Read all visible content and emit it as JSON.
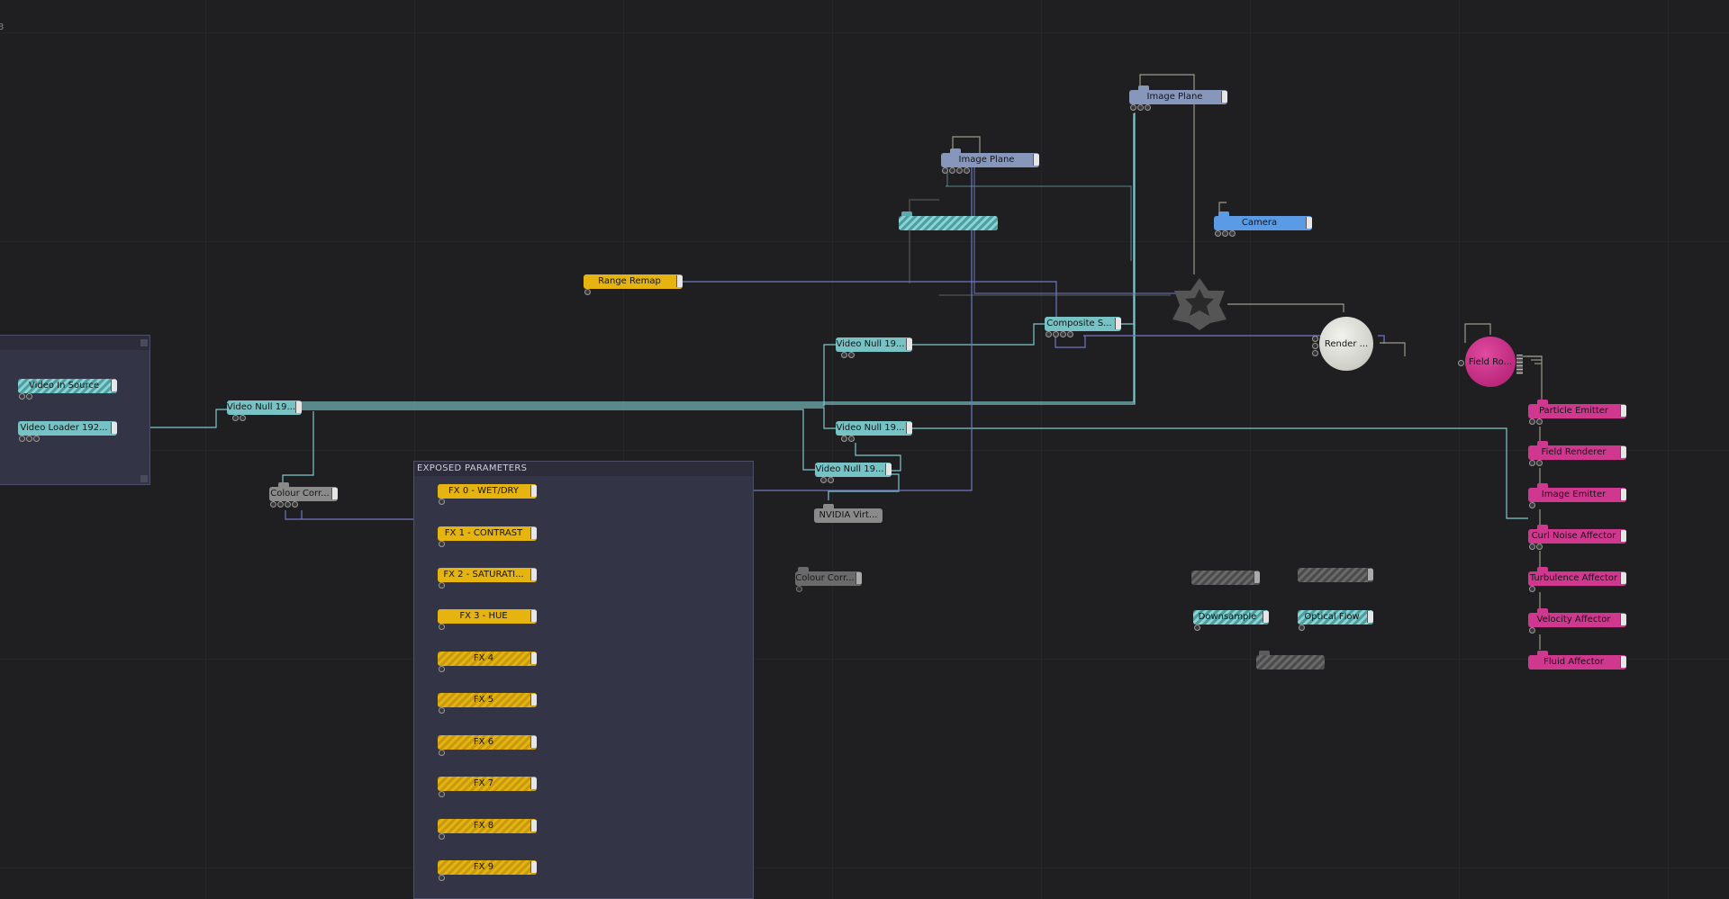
{
  "corner_text": "3",
  "groups": {
    "left": {},
    "exposed": {
      "title": "EXPOSED PARAMETERS"
    }
  },
  "nodes": {
    "video_in_source": "Video In Source",
    "video_loader": "Video Loader 192...",
    "video_null_main": "Video Null 19...",
    "colour_corr_1": "Colour Corr...",
    "range_remap": "Range Remap",
    "video_null_a": "Video Null 19...",
    "video_null_b": "Video Null 19...",
    "video_null_c": "Video Null 19...",
    "nvidia": "NVIDIA Virt...",
    "colour_corr_2": "Colour Corr...",
    "composite": "Composite S...",
    "image_plane_1": "Image Plane",
    "image_plane_2": "Image Plane",
    "camera": "Camera",
    "hatched_cyan": "",
    "render": "Render ...",
    "field_ro": "Field Ro...",
    "particle_emitter": "Particle Emitter",
    "field_renderer": "Field Renderer",
    "image_emitter": "Image Emitter",
    "curl_noise": "Curl Noise Affector",
    "turbulence": "Turbulence Affector",
    "velocity": "Velocity Affector",
    "fluid": "Fluid Affector",
    "downsample": "Downsample",
    "optical_flow": "Optical Flow",
    "hatched_g1": "",
    "hatched_g2": "",
    "hatched_g3": ""
  },
  "fx": [
    "FX 0 - WET/DRY",
    "FX 1 - CONTRAST",
    "FX 2 - SATURATI...",
    "FX 3 - HUE",
    "FX 4",
    "FX 5",
    "FX 6",
    "FX 7",
    "FX 8",
    "FX 9"
  ]
}
